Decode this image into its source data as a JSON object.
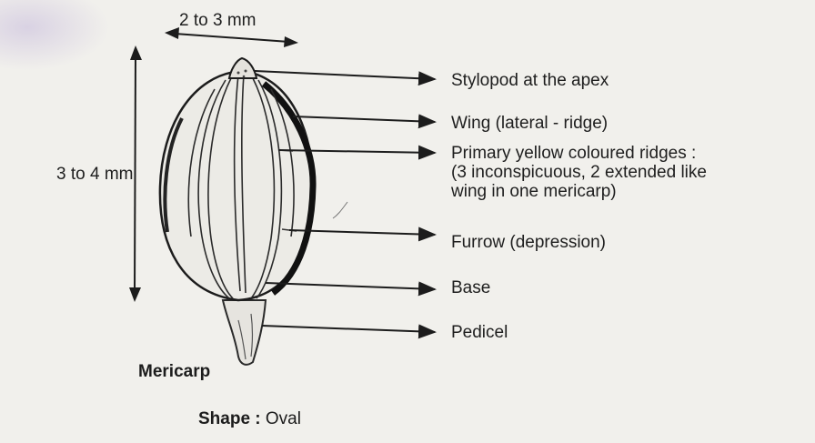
{
  "dimensions": {
    "width_label": "2 to 3 mm",
    "height_label": "3 to 4 mm"
  },
  "labels": [
    {
      "id": "stylopod",
      "text": "Stylopod at the apex"
    },
    {
      "id": "wing",
      "text": "Wing (lateral - ridge)"
    },
    {
      "id": "primary-ridges",
      "lines": [
        "Primary yellow coloured ridges :",
        "(3 inconspicuous, 2 extended like",
        "wing in one mericarp)"
      ]
    },
    {
      "id": "furrow",
      "text": "Furrow (depression)"
    },
    {
      "id": "base",
      "text": "Base"
    },
    {
      "id": "pedicel",
      "text": "Pedicel"
    }
  ],
  "caption": {
    "title": "Mericarp",
    "shape_key": "Shape :",
    "shape_value": "Oval"
  }
}
